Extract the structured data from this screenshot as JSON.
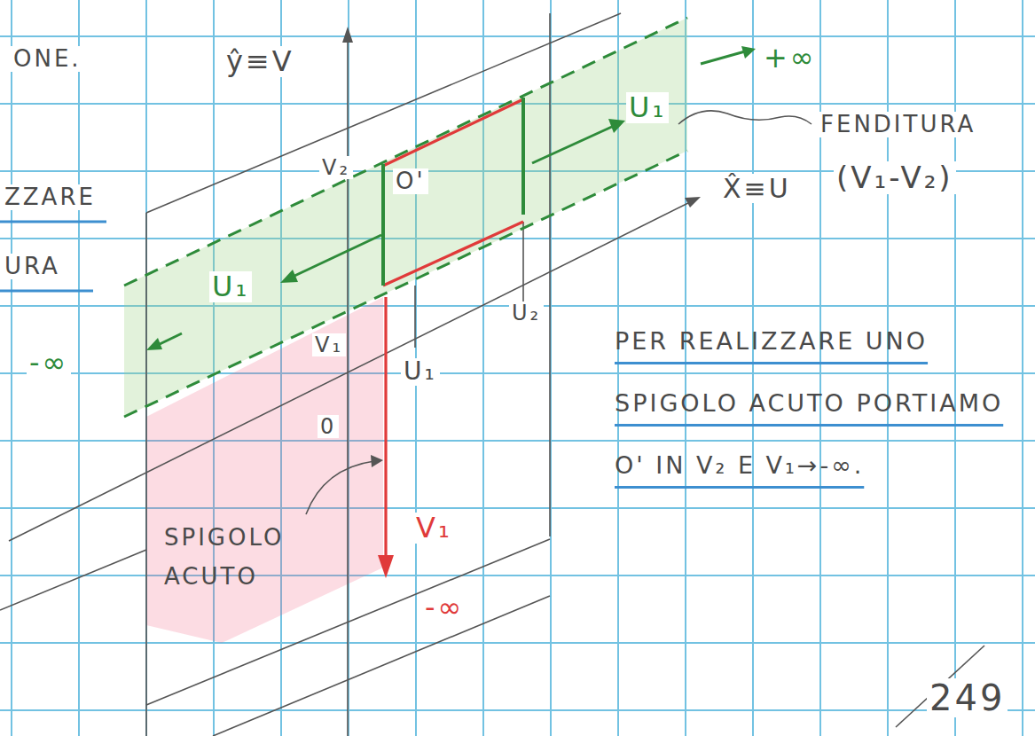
{
  "diagram": {
    "labels": [
      "ONE.",
      "ZZARE",
      "URA",
      "ŷ≡V",
      "V₂",
      "O'",
      "X̂≡U",
      "FENDITURA",
      "(V₁-V₂)",
      "U₁",
      "+∞",
      "U₁",
      "-∞",
      "V₁",
      "U₁",
      "U₂",
      "0",
      "SPIGOLO ACUTO",
      "V₁",
      "-∞",
      "PER REALIZZARE UNO SPIGOLO ACUTO PORTIAMO O' IN V₂ E V₁→-∞.",
      "249"
    ]
  }
}
